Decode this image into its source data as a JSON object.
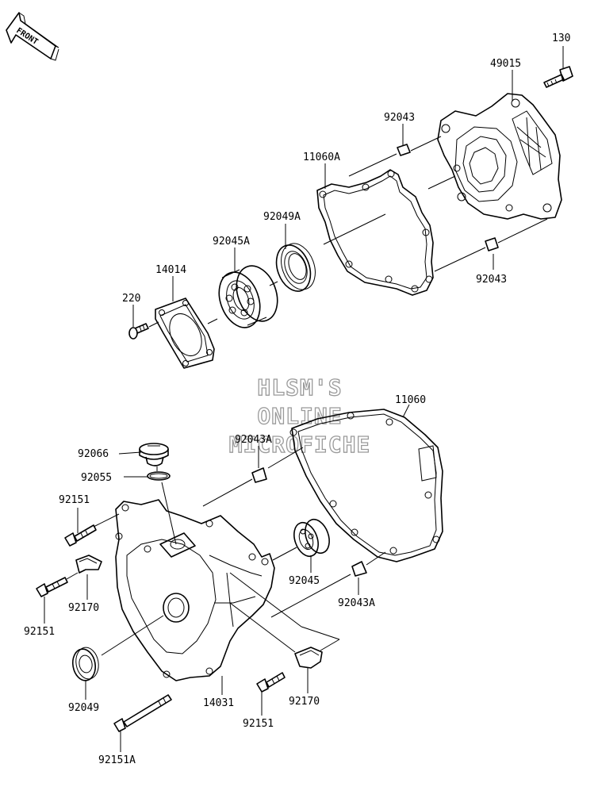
{
  "direction_label": "FRONT",
  "watermark": [
    "HLSM'S",
    "ONLINE",
    "MICROFICHE"
  ],
  "callouts": [
    {
      "id": "p130",
      "text": "130"
    },
    {
      "id": "p49015",
      "text": "49015"
    },
    {
      "id": "p92043_top",
      "text": "92043"
    },
    {
      "id": "p11060a",
      "text": "11060A"
    },
    {
      "id": "p92049a",
      "text": "92049A"
    },
    {
      "id": "p92045a",
      "text": "92045A"
    },
    {
      "id": "p14014",
      "text": "14014"
    },
    {
      "id": "p220",
      "text": "220"
    },
    {
      "id": "p92043_right",
      "text": "92043"
    },
    {
      "id": "p11060",
      "text": "11060"
    },
    {
      "id": "p92066",
      "text": "92066"
    },
    {
      "id": "p92043a_top",
      "text": "92043A"
    },
    {
      "id": "p92055",
      "text": "92055"
    },
    {
      "id": "p92151_a",
      "text": "92151"
    },
    {
      "id": "p92045",
      "text": "92045"
    },
    {
      "id": "p92043a_bot",
      "text": "92043A"
    },
    {
      "id": "p92170_a",
      "text": "92170"
    },
    {
      "id": "p92151_b",
      "text": "92151"
    },
    {
      "id": "p92049",
      "text": "92049"
    },
    {
      "id": "p14031",
      "text": "14031"
    },
    {
      "id": "p92170_b",
      "text": "92170"
    },
    {
      "id": "p92151_c",
      "text": "92151"
    },
    {
      "id": "p92151a",
      "text": "92151A"
    }
  ]
}
